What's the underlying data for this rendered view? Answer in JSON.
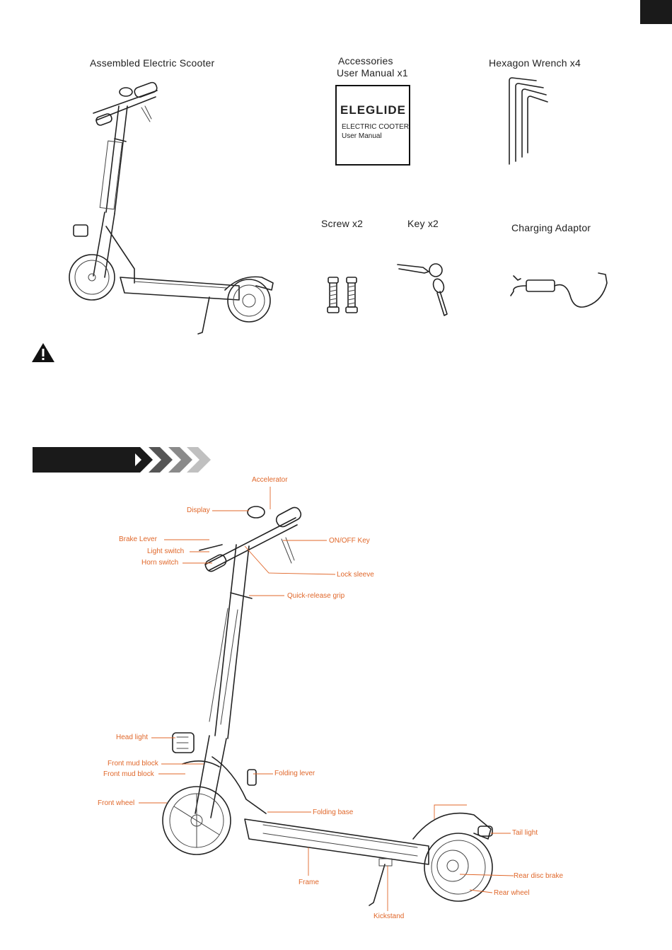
{
  "package": {
    "assembled_title": "Assembled Electric Scooter",
    "accessories_title": "Accessories",
    "manual_title": "User Manual x1",
    "wrench_title": "Hexagon Wrench x4",
    "screw_title": "Screw x2",
    "key_title": "Key x2",
    "adaptor_title": "Charging Adaptor",
    "manual_cover": {
      "brand": "ELEGLIDE",
      "line1": "ELECTRIC COOTER",
      "line2": "User Manual"
    }
  },
  "parts": {
    "accelerator": "Accelerator",
    "display": "Display",
    "brake_lever": "Brake Lever",
    "light_switch": "Light switch",
    "horn_switch": "Horn switch",
    "on_off_key": "ON/OFF Key",
    "lock_sleeve": "Lock sleeve",
    "quick_release_grip": "Quick-release grip",
    "head_light": "Head light",
    "front_mud_block_1": "Front mud block",
    "front_mud_block_2": "Front mud block",
    "folding_lever": "Folding lever",
    "front_wheel": "Front wheel",
    "folding_base": "Folding base",
    "tail_light": "Tail light",
    "frame": "Frame",
    "rear_disc_brake": "Rear disc brake",
    "rear_wheel": "Rear wheel",
    "kickstand": "Kickstand"
  },
  "colors": {
    "callout": "#e0672a",
    "ink": "#222222",
    "banner": "#1a1a1a"
  },
  "icons": [
    "warning-icon",
    "banner-chevrons-icon"
  ]
}
